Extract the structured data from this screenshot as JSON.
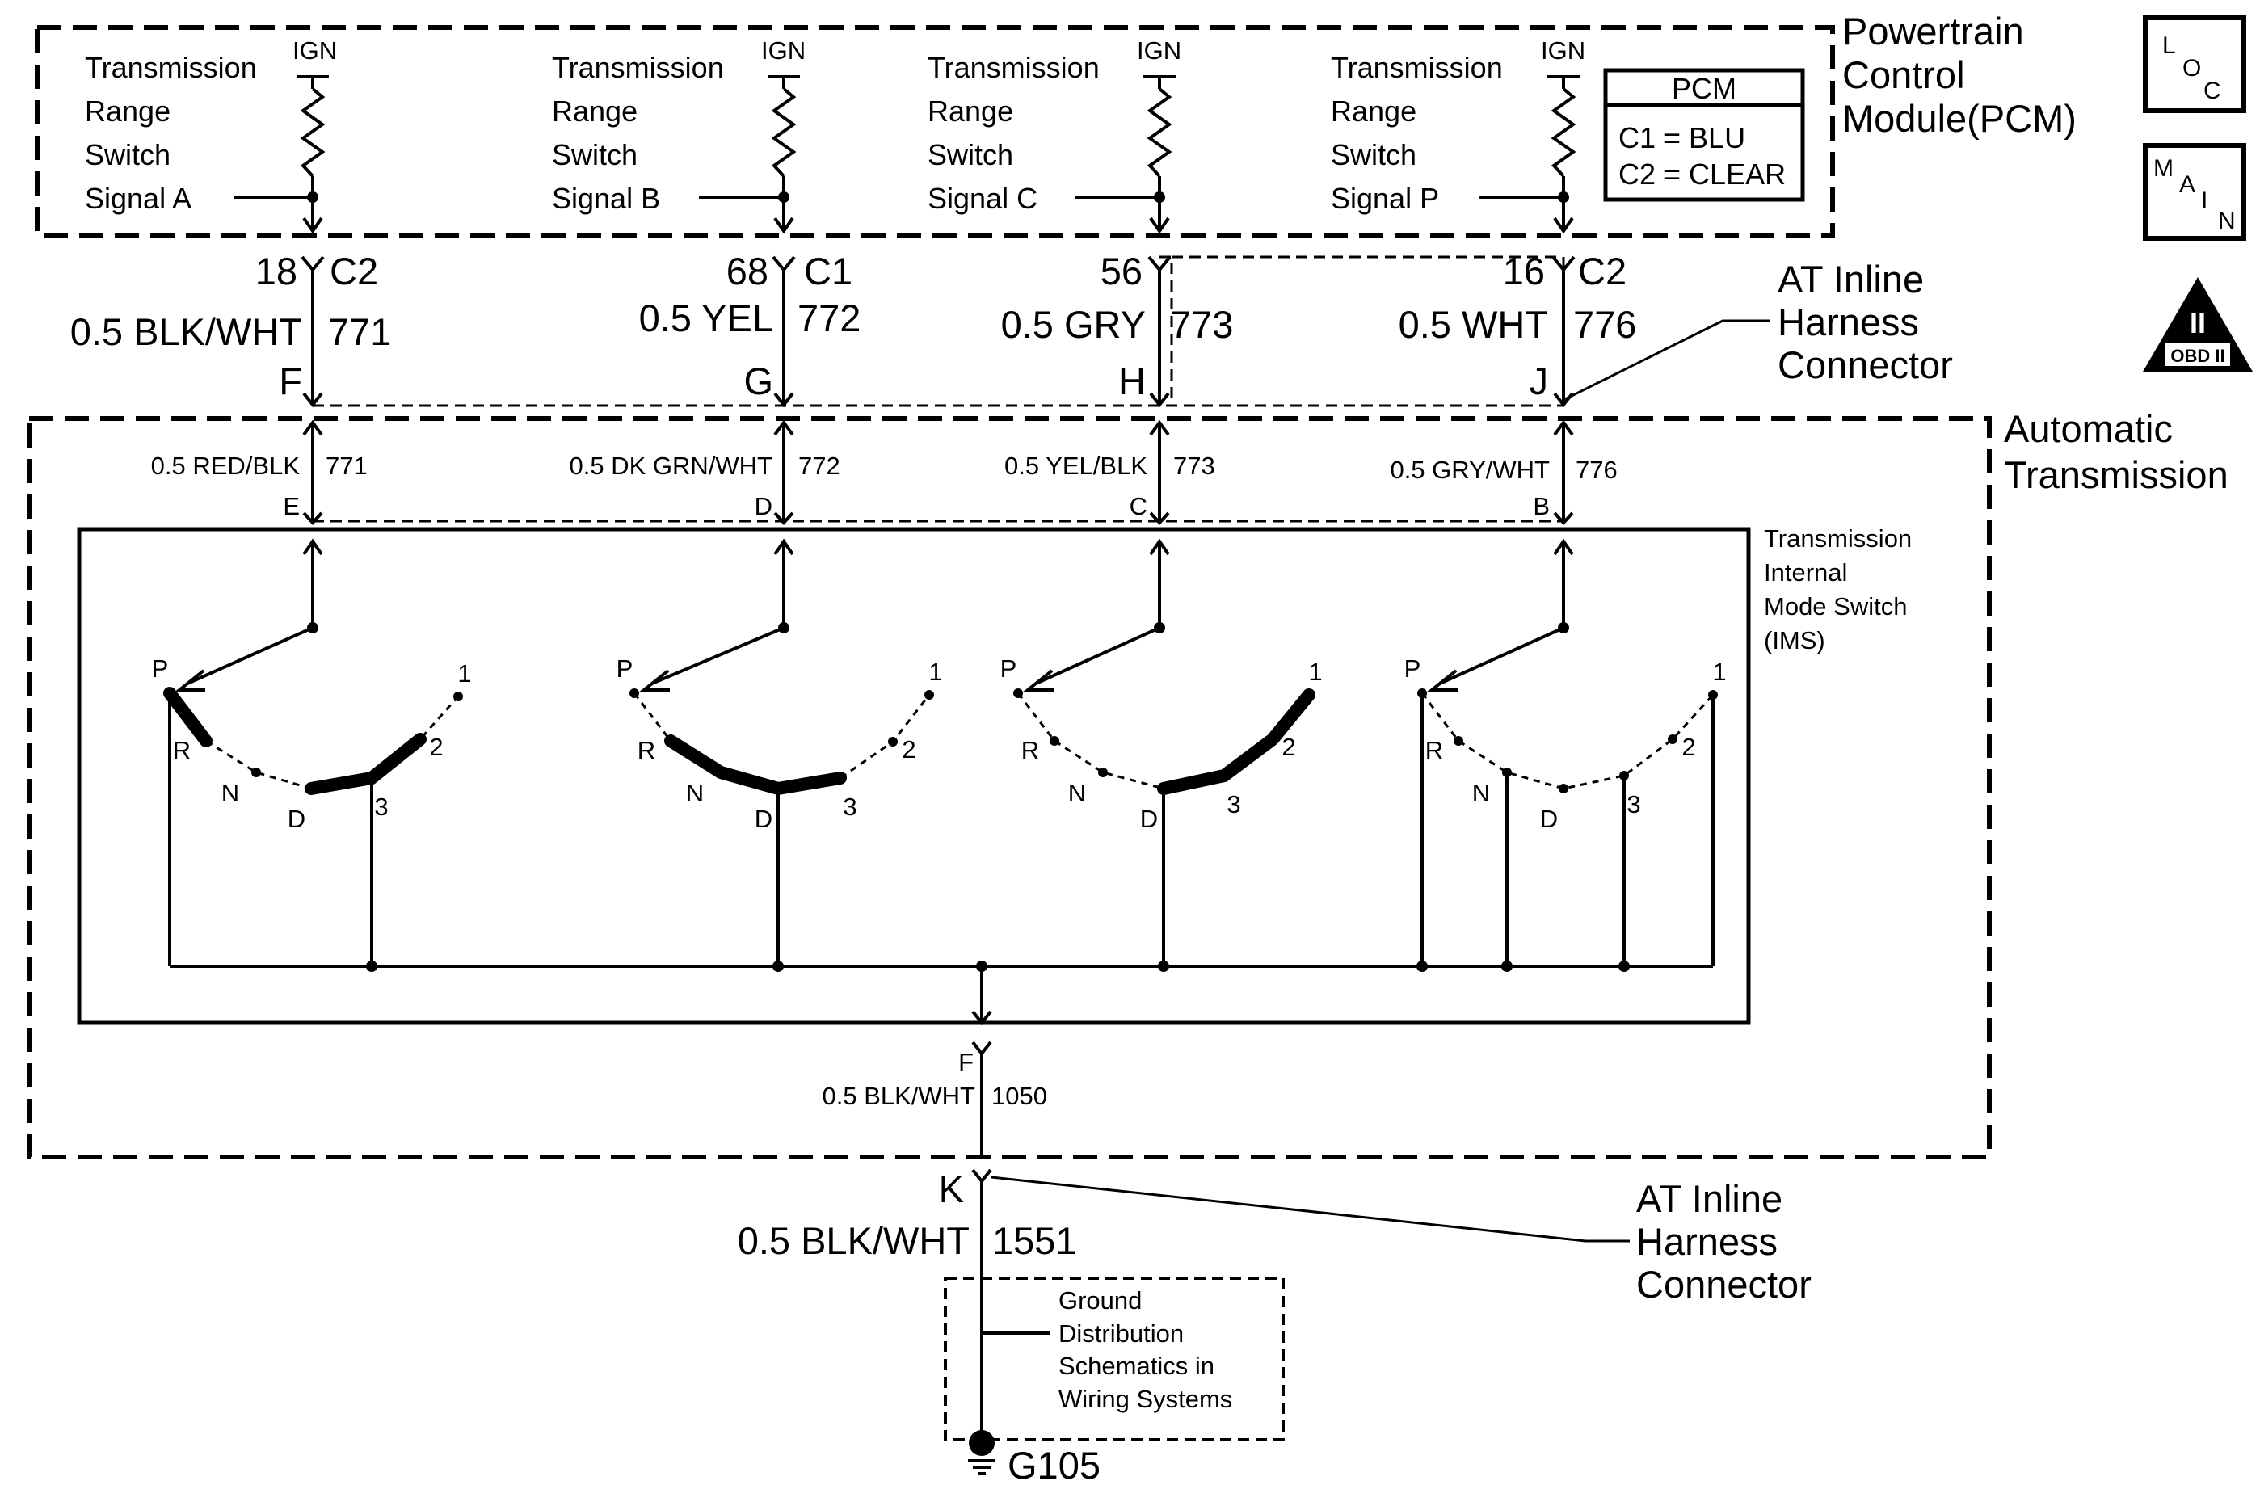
{
  "pcm": {
    "title_lines": [
      "Powertrain",
      "Control",
      "Module(PCM)"
    ],
    "legend_title": "PCM",
    "legend_c1": "C1 = BLU",
    "legend_c2": "C2 = CLEAR",
    "signals": [
      {
        "lines": [
          "Transmission",
          "Range",
          "Switch",
          "Signal A"
        ],
        "ign": "IGN"
      },
      {
        "lines": [
          "Transmission",
          "Range",
          "Switch",
          "Signal B"
        ],
        "ign": "IGN"
      },
      {
        "lines": [
          "Transmission",
          "Range",
          "Switch",
          "Signal C"
        ],
        "ign": "IGN"
      },
      {
        "lines": [
          "Transmission",
          "Range",
          "Switch",
          "Signal P"
        ],
        "ign": "IGN"
      }
    ]
  },
  "pcm_pins": [
    {
      "pin": "18",
      "conn": "C2"
    },
    {
      "pin": "68",
      "conn": "C1"
    },
    {
      "pin": "56",
      "conn": ""
    },
    {
      "pin": "16",
      "conn": "C2"
    }
  ],
  "upper_wires": [
    {
      "label": "0.5 BLK/WHT",
      "circuit": "771",
      "cavity": "F"
    },
    {
      "label": "0.5 YEL",
      "circuit": "772",
      "cavity": "G"
    },
    {
      "label": "0.5 GRY",
      "circuit": "773",
      "cavity": "H"
    },
    {
      "label": "0.5 WHT",
      "circuit": "776",
      "cavity": "J"
    }
  ],
  "inline_connector_top": [
    "AT Inline",
    "Harness",
    "Connector"
  ],
  "at_title": [
    "Automatic",
    "Transmission"
  ],
  "lower_wires": [
    {
      "label": "0.5 RED/BLK",
      "circuit": "771",
      "cavity": "E"
    },
    {
      "label": "0.5 DK GRN/WHT",
      "circuit": "772",
      "cavity": "D"
    },
    {
      "label": "0.5 YEL/BLK",
      "circuit": "773",
      "cavity": "C"
    },
    {
      "label": "0.5 GRY/WHT",
      "circuit": "776",
      "cavity": "B"
    }
  ],
  "ims_title": [
    "Transmission",
    "Internal",
    "Mode Switch",
    "(IMS)"
  ],
  "positions": [
    "P",
    "R",
    "N",
    "D",
    "3",
    "2",
    "1"
  ],
  "ground_internal": {
    "cavity": "F",
    "label": "0.5 BLK/WHT",
    "circuit": "1050"
  },
  "ground_external": {
    "cavity": "K",
    "label": "0.5 BLK/WHT",
    "circuit": "1551"
  },
  "inline_connector_bottom": [
    "AT Inline",
    "Harness",
    "Connector"
  ],
  "ground_note": [
    "Ground",
    "Distribution",
    "Schematics in",
    "Wiring Systems"
  ],
  "ground_id": "G105",
  "icons": {
    "loc": [
      "L",
      "O",
      "C"
    ],
    "main": [
      "M",
      "A",
      "I",
      "N"
    ],
    "obd": {
      "numeral": "II",
      "text": "OBD II"
    }
  }
}
